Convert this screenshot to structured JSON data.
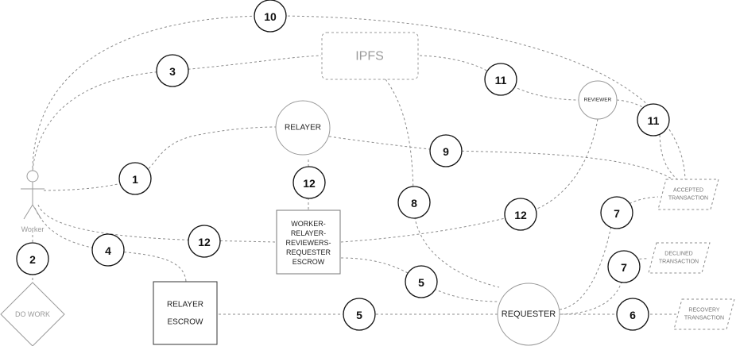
{
  "nodes": {
    "ipfs": "IPFS",
    "relayer": "RELAYER",
    "reviewer": "REVIEWER",
    "requester": "REQUESTER",
    "worker": "Worker",
    "do_work": "DO WORK",
    "escrow_main": [
      "WORKER-",
      "RELAYER-",
      "REVIEWERS-",
      "REQUESTER",
      "ESCROW"
    ],
    "relayer_escrow": [
      "RELAYER",
      "ESCROW"
    ],
    "accepted_tx": [
      "ACCEPTED",
      "TRANSACTION"
    ],
    "declined_tx": [
      "DECLINED",
      "TRANSACTION"
    ],
    "recovery_tx": [
      "RECOVERY",
      "TRANSACTION"
    ]
  },
  "steps": {
    "worker_relayer": "1",
    "worker_dowork": "2",
    "worker_ipfs": "3",
    "worker_relayer_escrow": "4",
    "escrow_requester": "5",
    "relayer_escrow_requester": "5",
    "requester_recovery": "6",
    "requester_accepted": "7",
    "requester_declined": "7",
    "ipfs_requester": "8",
    "relayer_accepted": "9",
    "worker_accepted_top": "10",
    "ipfs_reviewer": "11",
    "reviewer_accepted": "11",
    "relayer_escrow_link": "12",
    "worker_escrow_link": "12",
    "reviewer_escrow_link": "12"
  }
}
